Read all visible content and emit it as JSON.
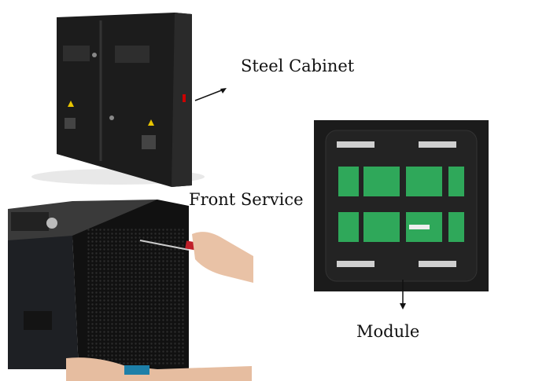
{
  "labels": {
    "steel_cabinet": "Steel Cabinet",
    "front_service": "Front Service",
    "module": "Module"
  },
  "colors": {
    "cabinet_dark": "#1a1a1a",
    "pcb_green": "#2fa85a",
    "arrow": "#111111"
  }
}
